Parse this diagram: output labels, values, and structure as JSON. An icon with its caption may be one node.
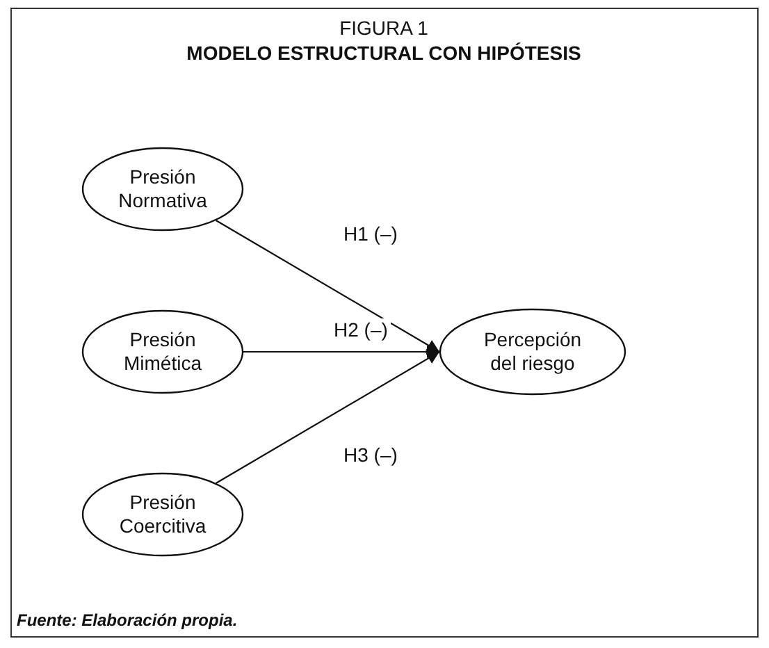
{
  "diagram": {
    "title": "FIGURA 1",
    "caption": "Fuente: Elaboración propia.",
    "labels": [
      "MODELO ESTRUCTURAL CON HIPÓTESIS"
    ],
    "nodes": [
      {
        "text": [
          "Presión Normativa"
        ]
      },
      {
        "text": [
          "Presión Mimética"
        ]
      },
      {
        "text": [
          "Presión Coercitiva"
        ]
      },
      {
        "text": [
          "Percepción del riesgo"
        ]
      }
    ],
    "edges": [
      {
        "from": 0,
        "to": 3,
        "arrow": "to",
        "label": "H1 (–)"
      },
      {
        "from": 1,
        "to": 3,
        "arrow": "to",
        "label": "H2 (–)"
      },
      {
        "from": 2,
        "to": 3,
        "arrow": "to",
        "label": "H3 (–)"
      }
    ]
  }
}
